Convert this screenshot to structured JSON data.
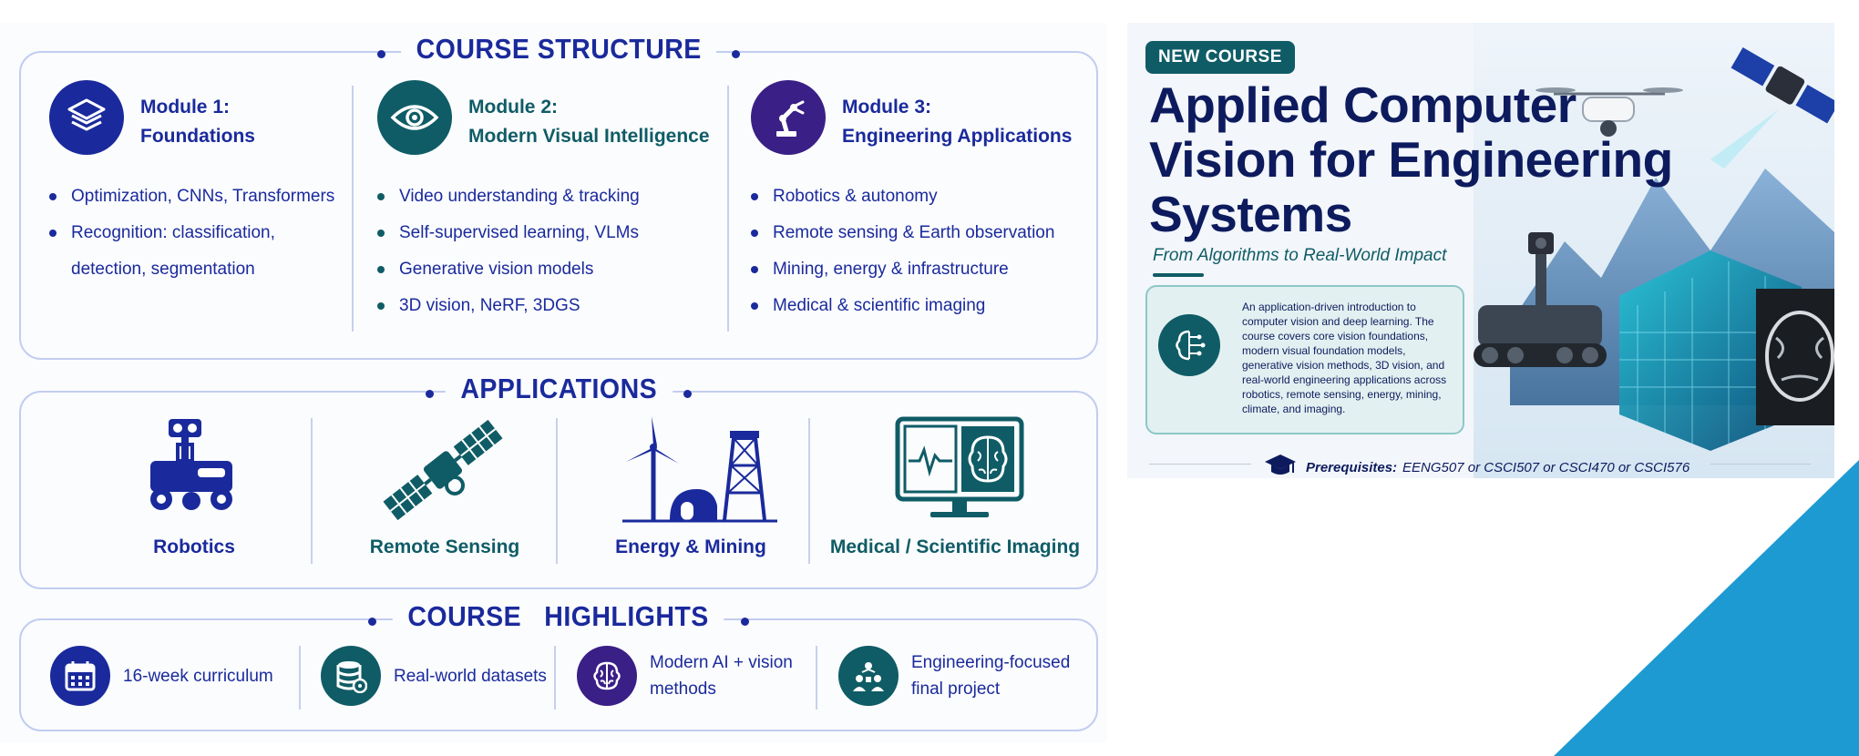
{
  "course_structure": {
    "title": "COURSE STRUCTURE",
    "modules": [
      {
        "title_line1": "Module 1:",
        "title_line2": "Foundations",
        "icon": "layers-icon",
        "items": [
          "Optimization, CNNs, Transformers",
          "Recognition: classification,",
          "detection, segmentation"
        ]
      },
      {
        "title_line1": "Module 2:",
        "title_line2": "Modern Visual Intelligence",
        "icon": "eye-icon",
        "items": [
          "Video understanding & tracking",
          "Self-supervised learning, VLMs",
          "Generative vision models",
          "3D vision, NeRF, 3DGS"
        ]
      },
      {
        "title_line1": "Module 3:",
        "title_line2": "Engineering Applications",
        "icon": "robot-arm-icon",
        "items": [
          "Robotics & autonomy",
          "Remote sensing & Earth observation",
          "Mining, energy & infrastructure",
          "Medical & scientific imaging"
        ]
      }
    ]
  },
  "applications": {
    "title": "APPLICATIONS",
    "items": [
      {
        "label": "Robotics",
        "icon": "robot-icon",
        "color": "#1a2a9c"
      },
      {
        "label": "Remote Sensing",
        "icon": "satellite-icon",
        "color": "#0f5c66"
      },
      {
        "label": "Energy & Mining",
        "icon": "wind-turbine-mine-icon",
        "color": "#1a2a9c"
      },
      {
        "label": "Medical / Scientific Imaging",
        "icon": "medical-monitor-icon",
        "color": "#0f5c66"
      }
    ]
  },
  "highlights": {
    "title": "COURSE   HIGHLIGHTS",
    "items": [
      {
        "line1": "16-week curriculum",
        "line2": "",
        "icon": "calendar-icon"
      },
      {
        "line1": "Real-world datasets",
        "line2": "",
        "icon": "database-icon"
      },
      {
        "line1": "Modern AI + vision",
        "line2": "methods",
        "icon": "brain-icon"
      },
      {
        "line1": "Engineering-focused",
        "line2": "final project",
        "icon": "team-project-icon"
      }
    ]
  },
  "course_card": {
    "badge": "NEW COURSE",
    "title_line1": "Applied Computer",
    "title_line2": "Vision for Engineering",
    "title_line3": "Systems",
    "subtitle": "From Algorithms to Real-World Impact",
    "description": "An application-driven introduction to computer vision and deep learning. The course covers core vision foundations, modern visual foundation models, generative vision methods, 3D vision, and real-world engineering applications across robotics, remote sensing, energy, mining, climate, and imaging.",
    "prerequisites_label": "Prerequisites:",
    "prerequisites_value": "EENG507 or CSCI507 or CSCI470 or CSCI576"
  },
  "colors": {
    "navy": "#1a2a9c",
    "teal": "#0f5c66",
    "purple": "#3a1f86",
    "corner_triangle": "#1e9ad2"
  }
}
